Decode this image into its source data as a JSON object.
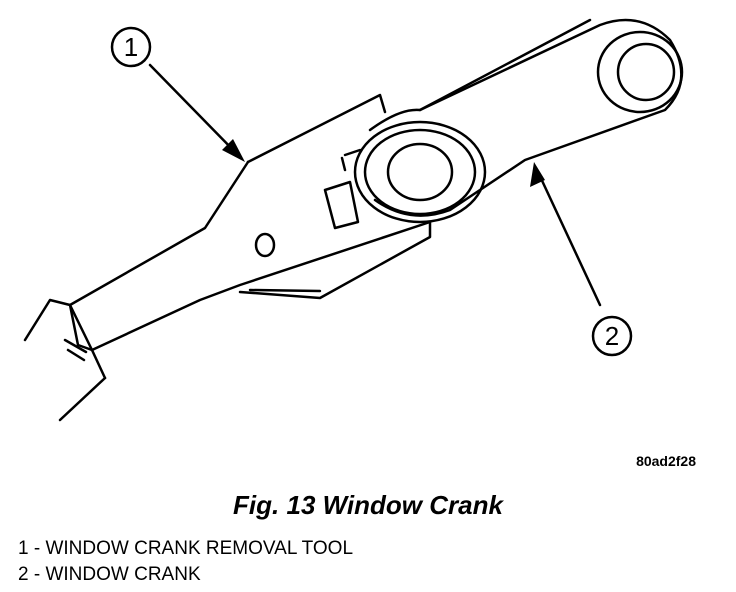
{
  "figure": {
    "caption": "Fig. 13 Window Crank",
    "image_code": "80ad2f28"
  },
  "callouts": [
    {
      "number": "1"
    },
    {
      "number": "2"
    }
  ],
  "legend": [
    {
      "number": "1",
      "text": "WINDOW CRANK REMOVAL TOOL"
    },
    {
      "number": "2",
      "text": "WINDOW CRANK"
    }
  ]
}
